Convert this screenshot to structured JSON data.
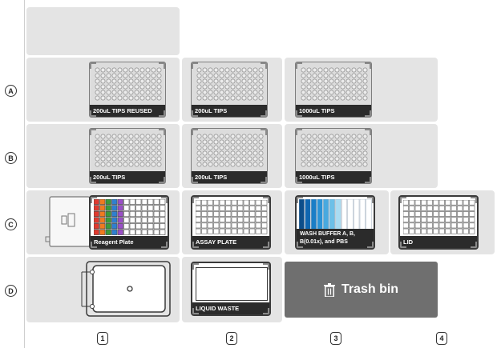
{
  "rows": [
    "A",
    "B",
    "C",
    "D"
  ],
  "columns": [
    "1",
    "2",
    "3",
    "4"
  ],
  "labware": {
    "a1": "200uL TIPS REUSED",
    "a2": "200uL TIPS",
    "a3": "1000uL TIPS",
    "b1": "200uL TIPS",
    "b2": "200uL TIPS",
    "b3": "1000uL TIPS",
    "c1": "Reagent Plate",
    "c2": "ASSAY PLATE",
    "c3": "WASH BUFFER A, B, B(0.01x), and PBS",
    "c4": "LID",
    "d2": "LIQUID WASTE",
    "d4_trash": "Trash bin"
  },
  "icons": {
    "trash": "trash-icon",
    "module": "heater-shaker-icon"
  },
  "colors": {
    "slot_bg": "#e4e4e4",
    "label_bg": "#2b2b2b",
    "trash_bg": "#6f6f6f",
    "reagent_columns": [
      "#e03a2f",
      "#f07a1f",
      "#3a9a3a",
      "#2f7fd0",
      "#9a4fc7"
    ],
    "wash_columns": [
      "#0d4e8a",
      "#0f66b0",
      "#1a7ec7",
      "#2a93d6",
      "#48a9df",
      "#6cc0e8",
      "#a9dcf2"
    ]
  }
}
